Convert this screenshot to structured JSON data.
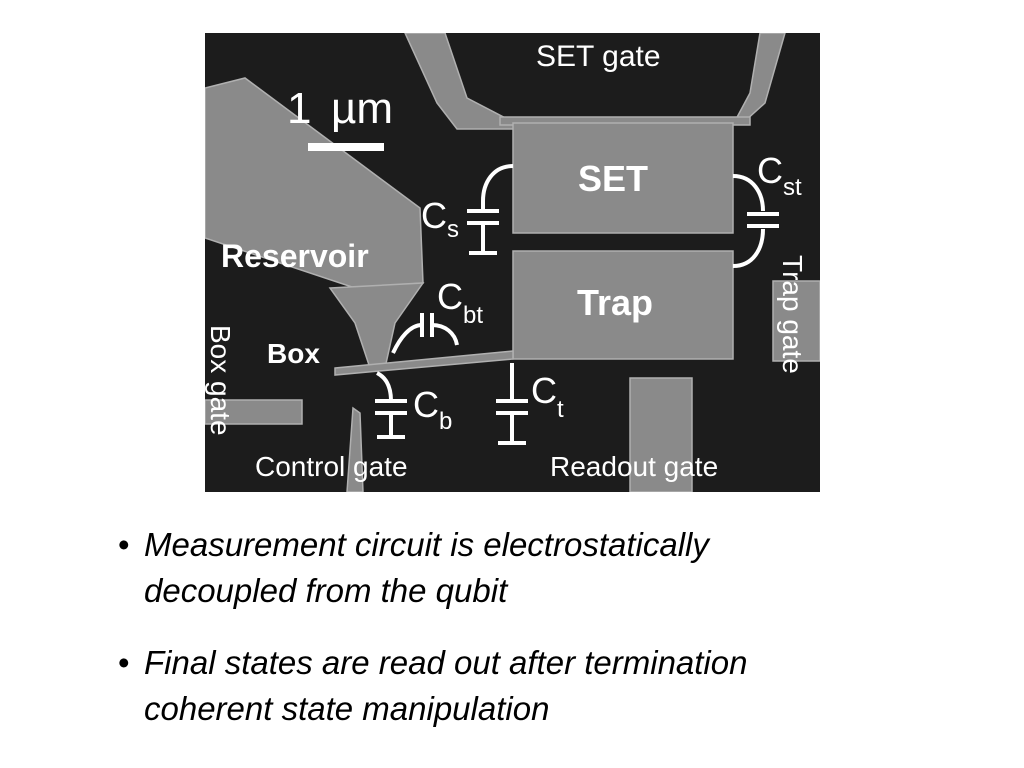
{
  "micrograph": {
    "scale_bar": {
      "number": "1",
      "unit": "µm"
    },
    "labels": {
      "set_gate": "SET gate",
      "set": "SET",
      "trap": "Trap",
      "reservoir": "Reservoir",
      "box": "Box",
      "box_gate": "Box gate",
      "trap_gate": "Trap gate",
      "control_gate": "Control gate",
      "readout_gate": "Readout gate"
    },
    "capacitors": {
      "cs": {
        "main": "C",
        "sub": "s"
      },
      "cst": {
        "main": "C",
        "sub": "st"
      },
      "cbt": {
        "main": "C",
        "sub": "bt"
      },
      "cb": {
        "main": "C",
        "sub": "b"
      },
      "ct": {
        "main": "C",
        "sub": "t"
      }
    }
  },
  "bullets": [
    {
      "line1": "Measurement circuit is electrostatically",
      "line2": "decoupled from the qubit"
    },
    {
      "line1": "Final states are read out after termination",
      "line2": "coherent state manipulation"
    }
  ]
}
